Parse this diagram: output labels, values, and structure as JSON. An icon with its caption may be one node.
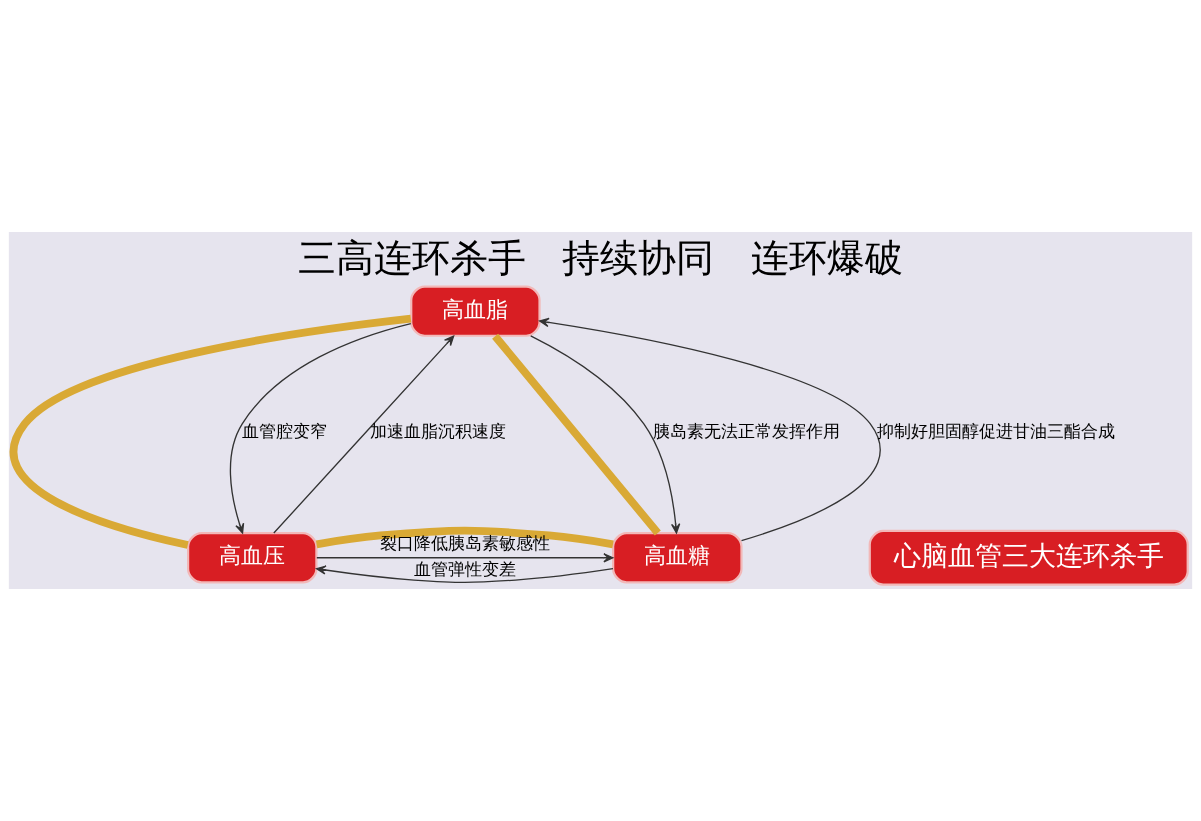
{
  "diagram": {
    "title": "三高连环杀手   持续协同   连环爆破",
    "nodes": [
      {
        "text": [
          "高血脂"
        ]
      },
      {
        "text": [
          "高血压"
        ]
      },
      {
        "text": [
          "高血糖"
        ]
      },
      {
        "text": [
          "心脑血管三大连环杀手"
        ]
      }
    ],
    "edges": [
      {
        "from": 0,
        "to": 1,
        "arrow": "none",
        "style": "thick",
        "color": "#d9a935"
      },
      {
        "from": 0,
        "to": 2,
        "arrow": "none",
        "style": "thick",
        "color": "#d9a935"
      },
      {
        "from": 1,
        "to": 2,
        "arrow": "none",
        "style": "thick",
        "color": "#d9a935"
      },
      {
        "from": 1,
        "to": 0,
        "arrow": "to",
        "label": "加速血脂沉积速度"
      },
      {
        "from": 0,
        "to": 1,
        "arrow": "to",
        "label": "血管腔变窄"
      },
      {
        "from": 0,
        "to": 2,
        "arrow": "to",
        "label": "胰岛素无法正常发挥作用"
      },
      {
        "from": 2,
        "to": 0,
        "arrow": "to",
        "label": "抑制好胆固醇促进甘油三酯合成"
      },
      {
        "from": 1,
        "to": 2,
        "arrow": "to",
        "label": "裂口降低胰岛素敏感性"
      },
      {
        "from": 2,
        "to": 1,
        "arrow": "to",
        "label": "血管弹性变差"
      }
    ]
  }
}
